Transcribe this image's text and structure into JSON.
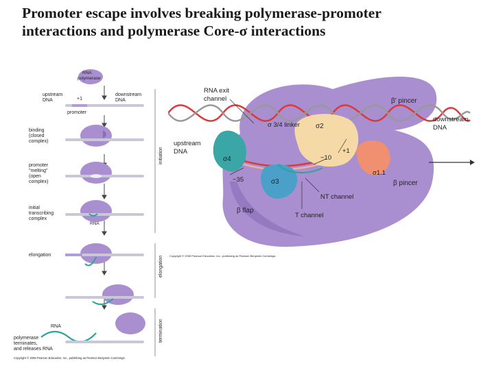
{
  "title": "Promoter escape involves breaking polymerase-promoter interactions and polymerase Core-σ interactions",
  "left_panel": {
    "rna_polymerase_label": [
      "RNA",
      "polymerase"
    ],
    "upstream_dna_label": [
      "upstream",
      "DNA"
    ],
    "plus_one_label": "+1",
    "downstream_dna_label": [
      "downstream",
      "DNA"
    ],
    "promoter_label": "promoter",
    "binding_label": [
      "binding",
      "(closed",
      "complex)"
    ],
    "melting_label": [
      "promoter",
      "\"melting\"",
      "(open",
      "complex)"
    ],
    "initial_label": [
      "initial",
      "transcribing",
      "complex"
    ],
    "rna_label": "RNA",
    "elongation_step_label": "elongation",
    "rna_release_label": "RNA",
    "termination_step_label": [
      "polymerase",
      "terminates,",
      "and releases RNA"
    ],
    "phase_initiation": "initiation",
    "phase_elongation": "elongation",
    "phase_termination": "termination",
    "copyright": "Copyright © 2006 Pearson Education, Inc., publishing as Pearson Benjamin Cummings."
  },
  "right_panel": {
    "rna_exit_channel": [
      "RNA exit",
      "channel"
    ],
    "beta_prime_pincer": "β′ pincer",
    "downstream_dna": [
      "downstream",
      "DNA"
    ],
    "sigma34_linker": "σ 3/4 linker",
    "sigma2": "σ2",
    "upstream_dna": [
      "upstream",
      "DNA"
    ],
    "plus_one": "+1",
    "minus_ten": "−10",
    "sigma4": "σ4",
    "sigma11": "σ1.1",
    "minus_35": "−35",
    "sigma3": "σ3",
    "beta_pincer": "β pincer",
    "nt_channel": "NT channel",
    "beta_flap": "β flap",
    "t_channel": "T channel",
    "copyright": "Copyright © 2006 Pearson Education, Inc., publishing as Pearson Benjamin Cummings."
  },
  "colors": {
    "polymerase": "#a98fcf",
    "polymerase_dark": "#8a6db8",
    "sigma4": "#3aa6a6",
    "sigma3": "#4aa0c8",
    "sigma2": "#f5d9a6",
    "sigma11": "#f09070",
    "dna_red": "#d93a3a",
    "rna_teal": "#2fa39a"
  }
}
